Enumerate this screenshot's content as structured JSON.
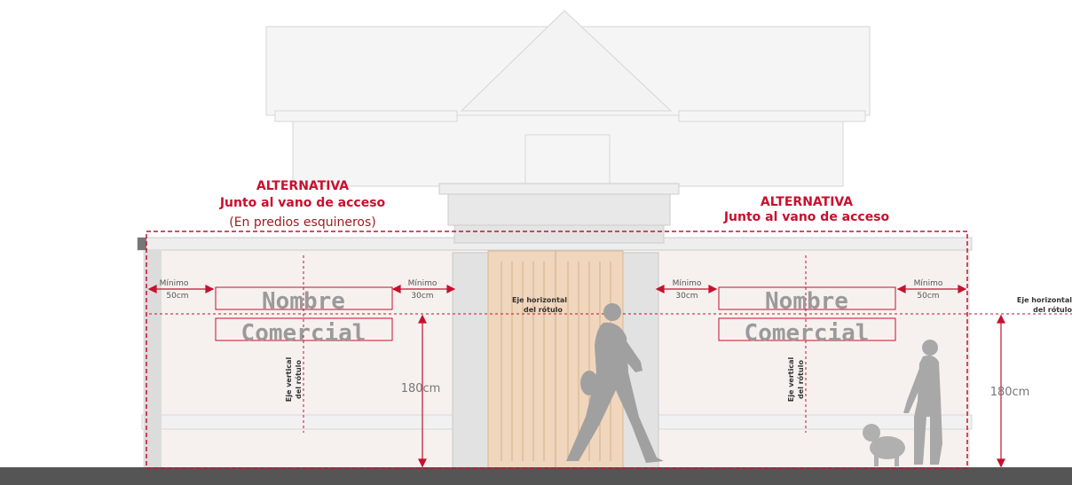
{
  "left": {
    "title": "ALTERNATIVA",
    "subtitle": "Junto al vano de acceso",
    "note": "(En predios esquineros)",
    "min_outer": [
      "Mínimo",
      "50cm"
    ],
    "min_inner": [
      "Mínimo",
      "30cm"
    ],
    "sign_line1": "Nombre",
    "sign_line2": "Comercial",
    "vertical_axis": [
      "Eje vertical",
      "del rótulo"
    ],
    "height": "180cm"
  },
  "center": {
    "horizontal_axis": [
      "Eje horizontal",
      "del rótulo"
    ]
  },
  "right": {
    "title": "ALTERNATIVA",
    "subtitle": "Junto al vano de acceso",
    "min_inner": [
      "Mínimo",
      "30cm"
    ],
    "min_outer": [
      "Mínimo",
      "50cm"
    ],
    "sign_line1": "Nombre",
    "sign_line2": "Comercial",
    "vertical_axis": [
      "Eje vertical",
      "del rótulo"
    ],
    "horizontal_axis": [
      "Eje horizontal",
      "del rótulo"
    ],
    "height": "180cm"
  },
  "colors": {
    "accent": "#c8102e",
    "door": "#efd6bd",
    "wall": "#f5f1ee",
    "ground": "#555555",
    "figure": "#9e9e9e"
  }
}
